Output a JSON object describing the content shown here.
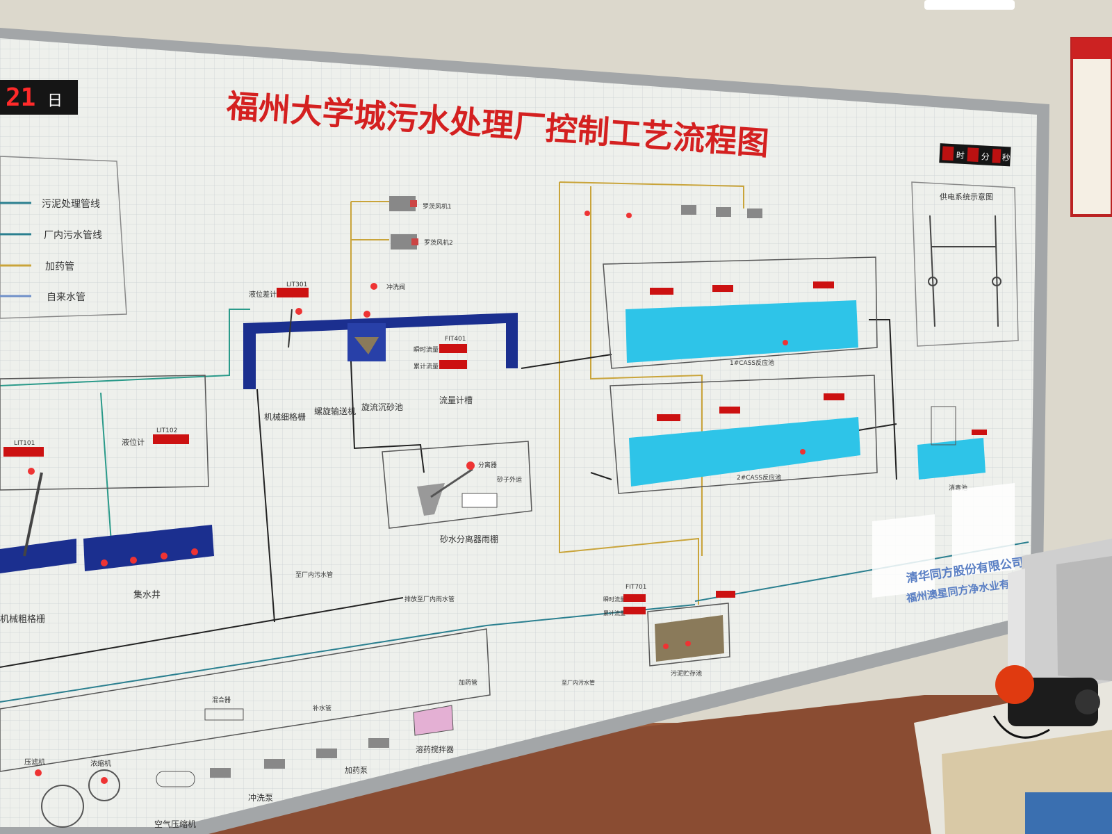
{
  "board": {
    "title": "福州大学城污水处理厂控制工艺流程图",
    "date_digits": "21",
    "date_unit": "日",
    "clock": {
      "hour_unit": "时",
      "min_unit": "分",
      "sec_unit": "秒"
    }
  },
  "legend": [
    {
      "label": "污泥处理管线",
      "color": "#2a7f8f"
    },
    {
      "label": "厂内污水管线",
      "color": "#2a7f8f"
    },
    {
      "label": "加药管",
      "color": "#c9a43a"
    },
    {
      "label": "自来水管",
      "color": "#6f8fc9"
    }
  ],
  "instruments": {
    "lit301_tag": "LIT301",
    "lit301_label": "液位差计",
    "lit101_tag": "LIT101",
    "lit102_tag": "LIT102",
    "lit102_label": "液位计",
    "fit401_tag": "FIT401",
    "fit701_tag": "FIT701",
    "flow_instant": "瞬时流量",
    "flow_total": "累计流量"
  },
  "units": {
    "blower1": "罗茨风机1",
    "blower2": "罗茨风机2",
    "flush_valve": "冲洗阀",
    "fine_screen": "机械细格栅",
    "screw_conveyor": "螺旋输送机",
    "grit_chamber": "旋流沉砂池",
    "flow_channel": "流量计槽",
    "coarse_screen": "机械粗格栅",
    "sump": "集水井",
    "separator": "分离器",
    "sand_out": "砂子外运",
    "sand_shed": "砂水分离器雨棚",
    "to_sewer": "至厂内污水管",
    "to_rain": "排放至厂内雨水管",
    "cass1": "1#CASS反应池",
    "cass2": "2#CASS反应池",
    "disinfection": "消毒池",
    "sludge_tank": "污泥贮存池",
    "filter_press": "压滤机",
    "thickener": "浓缩机",
    "mixer": "混合器",
    "makeup_water": "补水管",
    "dosing_pipe": "加药管",
    "dissolve_mixer": "溶药搅拌器",
    "dosing_pump": "加药泵",
    "wash_pump": "冲洗泵",
    "air_compressor": "空气压缩机",
    "power_title": "供电系统示意图",
    "to_sewer2": "至厂内污水管"
  },
  "maker": {
    "line1": "清华同方股份有限公司制造",
    "line2": "福州澳星同方净水业有限"
  }
}
